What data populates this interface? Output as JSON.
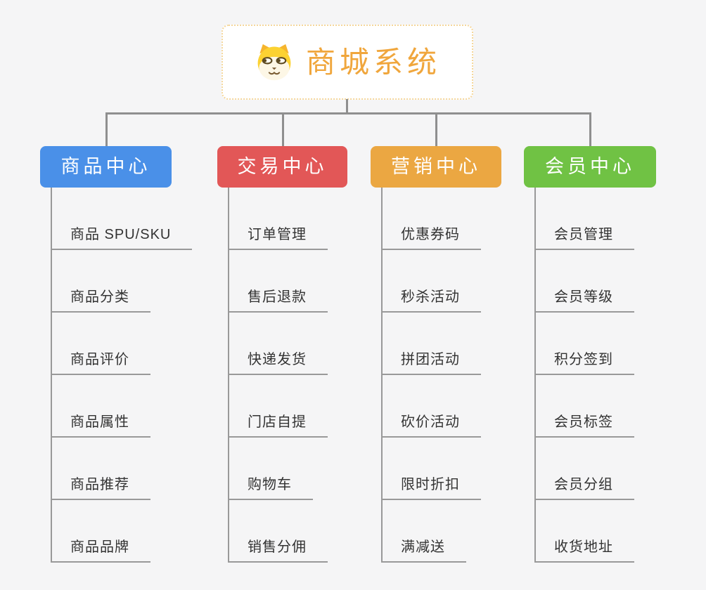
{
  "colors": {
    "background": "#f5f5f6",
    "connector": "#8f8f8f",
    "underline": "#999999",
    "item_text": "#333333",
    "root_border": "#f5d79b",
    "root_text": "#f0a63c"
  },
  "root": {
    "title": "商城系统",
    "icon": "shiba-dog-icon"
  },
  "branches": [
    {
      "key": "product-center",
      "label": "商品中心",
      "color": "#4a90e8",
      "children": [
        "商品 SPU/SKU",
        "商品分类",
        "商品评价",
        "商品属性",
        "商品推荐",
        "商品品牌"
      ]
    },
    {
      "key": "trade-center",
      "label": "交易中心",
      "color": "#e25757",
      "children": [
        "订单管理",
        "售后退款",
        "快递发货",
        "门店自提",
        "购物车",
        "销售分佣"
      ]
    },
    {
      "key": "marketing-center",
      "label": "营销中心",
      "color": "#eba742",
      "children": [
        "优惠券码",
        "秒杀活动",
        "拼团活动",
        "砍价活动",
        "限时折扣",
        "满减送"
      ]
    },
    {
      "key": "member-center",
      "label": "会员中心",
      "color": "#70c244",
      "children": [
        "会员管理",
        "会员等级",
        "积分签到",
        "会员标签",
        "会员分组",
        "收货地址"
      ]
    }
  ]
}
